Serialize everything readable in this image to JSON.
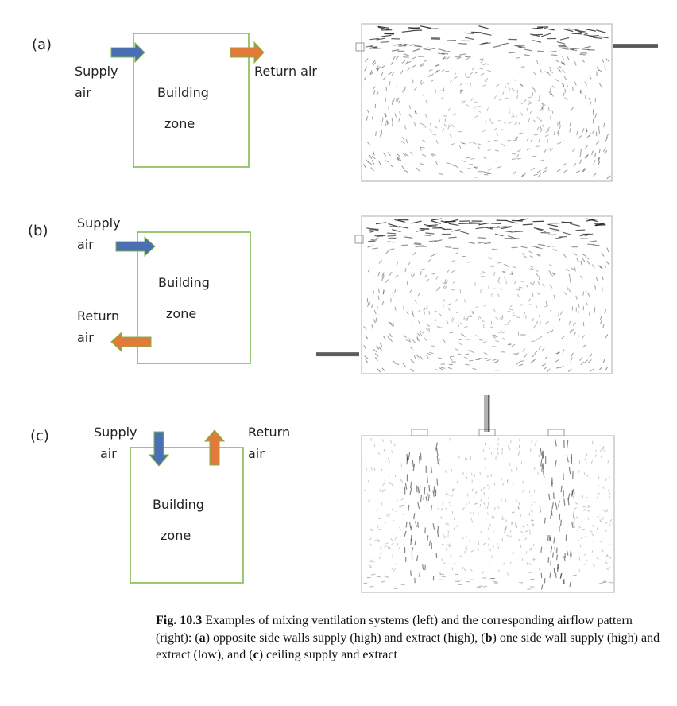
{
  "panels": [
    {
      "id": "a",
      "label": "(a)",
      "supply": "Supply",
      "supply2": "air",
      "zone1": "Building",
      "zone2": "zone",
      "ret": "Return air"
    },
    {
      "id": "b",
      "label": "(b)",
      "supply": "Supply",
      "supply2": "air",
      "zone1": "Building",
      "zone2": "zone",
      "ret": "Return",
      "ret2": "air"
    },
    {
      "id": "c",
      "label": "(c)",
      "supply": "Supply",
      "supply2": "air",
      "zone1": "Building",
      "zone2": "zone",
      "ret": "Return",
      "ret2": "air"
    }
  ],
  "colors": {
    "box": "#7ab648",
    "supply": "#4a6fb5",
    "return": "#e07b39",
    "vector": "#222222"
  },
  "caption": {
    "fig": "Fig. 10.3",
    "text1": "  Examples of mixing ventilation systems (left) and the corresponding airflow pattern (right): (",
    "a": "a",
    "text2": ") opposite side walls supply (high) and extract (high), (",
    "b": "b",
    "text3": ") one side wall supply (high) and extract (low), and (",
    "c": "c",
    "text4": ") ceiling supply and extract"
  }
}
